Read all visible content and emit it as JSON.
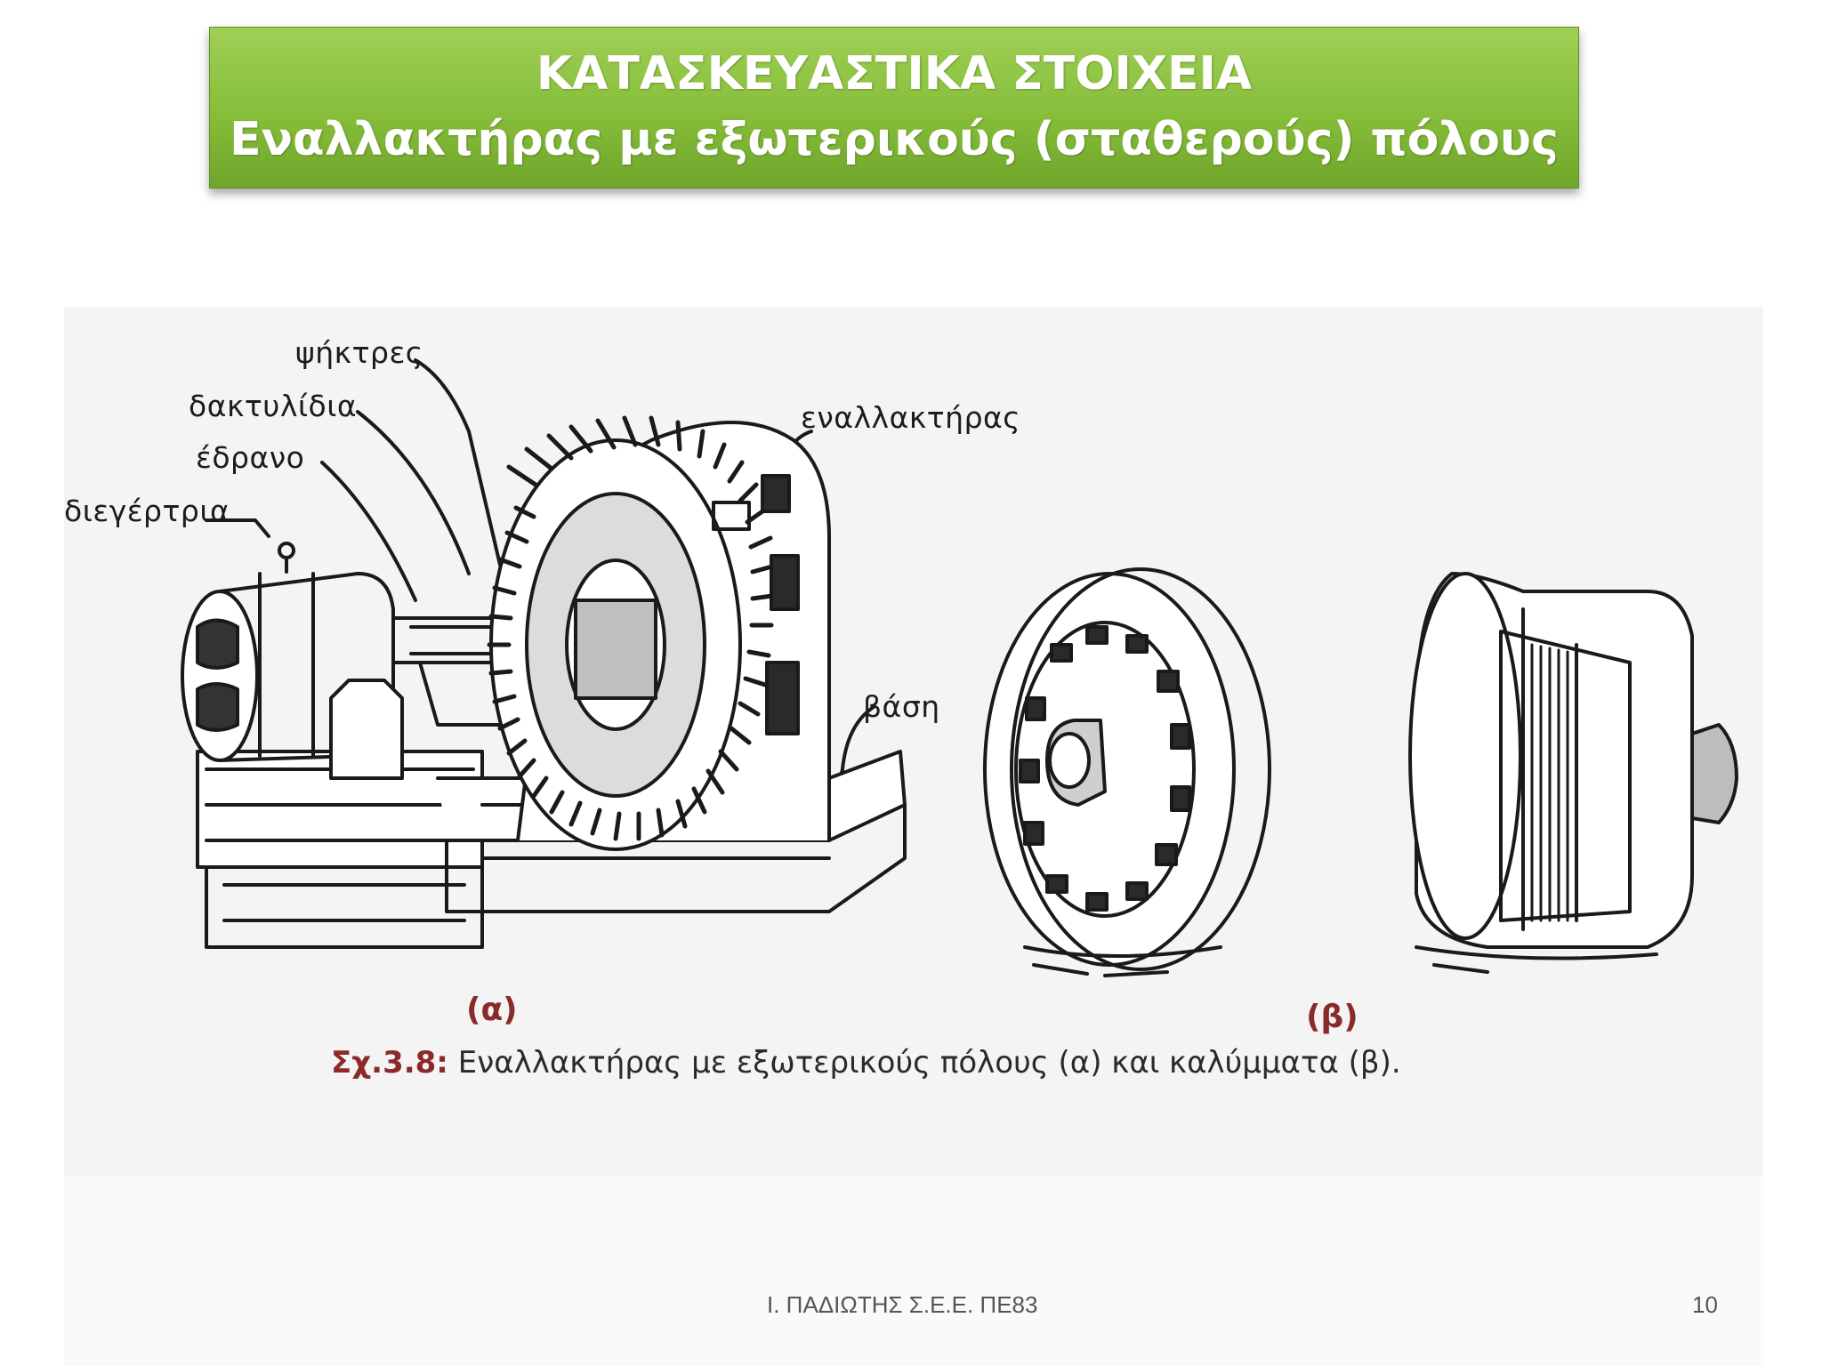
{
  "header": {
    "title": "ΚΑΤΑΣΚΕΥΑΣΤΙΚΑ ΣΤΟΙΧΕΙΑ",
    "subtitle": "Εναλλακτήρας με εξωτερικούς (σταθερούς) πόλους"
  },
  "figure": {
    "labels": {
      "psiktres": "ψήκτρες",
      "daktylidia": "δακτυλίδια",
      "edrano": "έδρανο",
      "diegertria": "διεγέρτρια",
      "enallaktiras": "εναλλακτήρας",
      "vasi": "βάση"
    },
    "sublabel_a": "(α)",
    "sublabel_b": "(β)",
    "caption_number": "Σχ.3.8:",
    "caption_text": "Εναλλακτήρας με εξωτερικούς πόλους (α) και καλύμματα (β)."
  },
  "footer": {
    "author": "Ι. ΠΑΔΙΩΤΗΣ Σ.Ε.Ε. ΠΕ83",
    "page_number": "10"
  },
  "colors": {
    "title_green": "#86be3a",
    "caption_red": "#8a2a2a"
  }
}
